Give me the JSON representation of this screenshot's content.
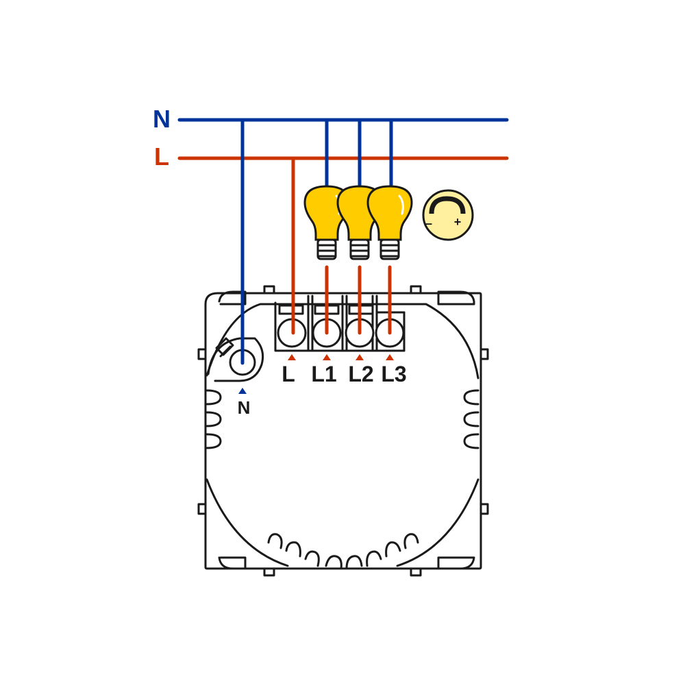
{
  "colors": {
    "neutral": "#003399",
    "live": "#cc3300",
    "bulb": "#ffcc00",
    "bulb_outline": "#1a1a1a",
    "dimmer": "#fff0a0",
    "outline": "#1a1a1a"
  },
  "bus": {
    "neutral_label": "N",
    "live_label": "L"
  },
  "terminals": {
    "neutral": "N",
    "live": "L",
    "out1": "L1",
    "out2": "L2",
    "out3": "L3"
  },
  "dimmer": {
    "minus": "–",
    "plus": "+",
    "icon": "dimmer-icon"
  },
  "bulbs": {
    "count": 3,
    "icon": "light-bulb-icon"
  }
}
